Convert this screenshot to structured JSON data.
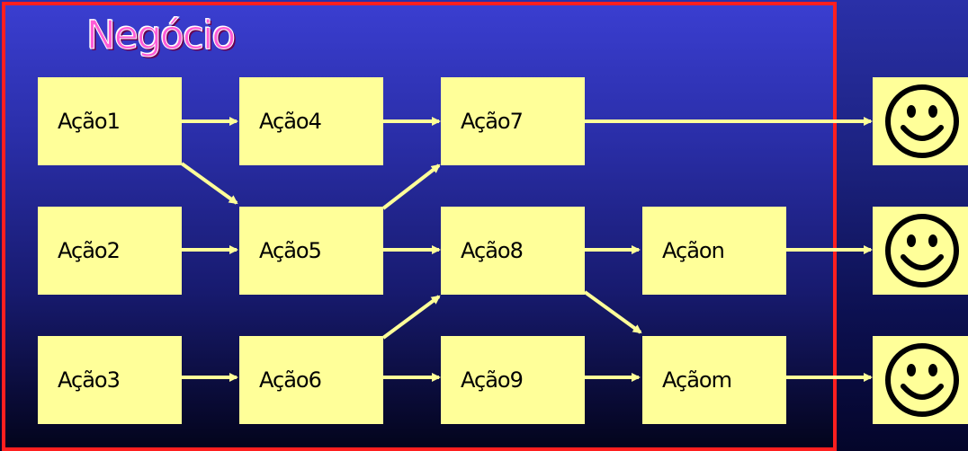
{
  "diagram": {
    "title": "Negócio",
    "actions": {
      "a1": "Ação1",
      "a2": "Ação2",
      "a3": "Ação3",
      "a4": "Ação4",
      "a5": "Ação5",
      "a6": "Ação6",
      "a7": "Ação7",
      "a8": "Ação8",
      "a9": "Ação9",
      "an": "Açãon",
      "am": "Açãom"
    },
    "outcomes": [
      "smiley-face",
      "smiley-face",
      "smiley-face"
    ],
    "colors": {
      "box_fill": "#ffff99",
      "frame_border": "#ff1f1f",
      "title": "#ff5cd6",
      "arrow": "#ffff99"
    }
  }
}
